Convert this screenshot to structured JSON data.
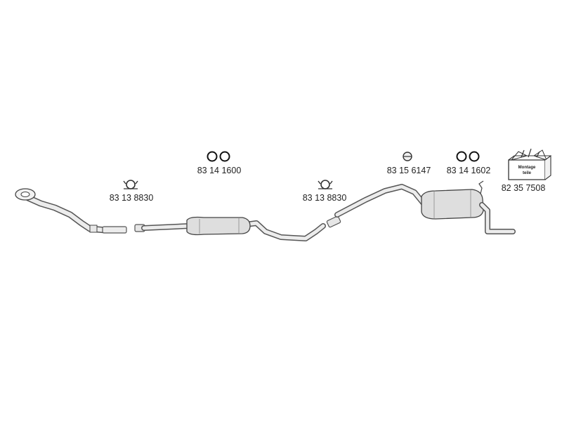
{
  "part_numbers": {
    "clamp_front": "83 13 8830",
    "rubber_rings_front": "83 14 1600",
    "clamp_rear": "83 13 8830",
    "hanger_rubber": "83 15 6147",
    "rubber_rings_rear": "83 14 1602",
    "mounting_kit": "82 35 7508"
  },
  "mounting_kit_box": {
    "line1": "Montage",
    "line2": "teile"
  },
  "colors": {
    "pipe_fill": "#ececec",
    "pipe_stroke": "#555555",
    "muffler_fill": "#dedede"
  }
}
